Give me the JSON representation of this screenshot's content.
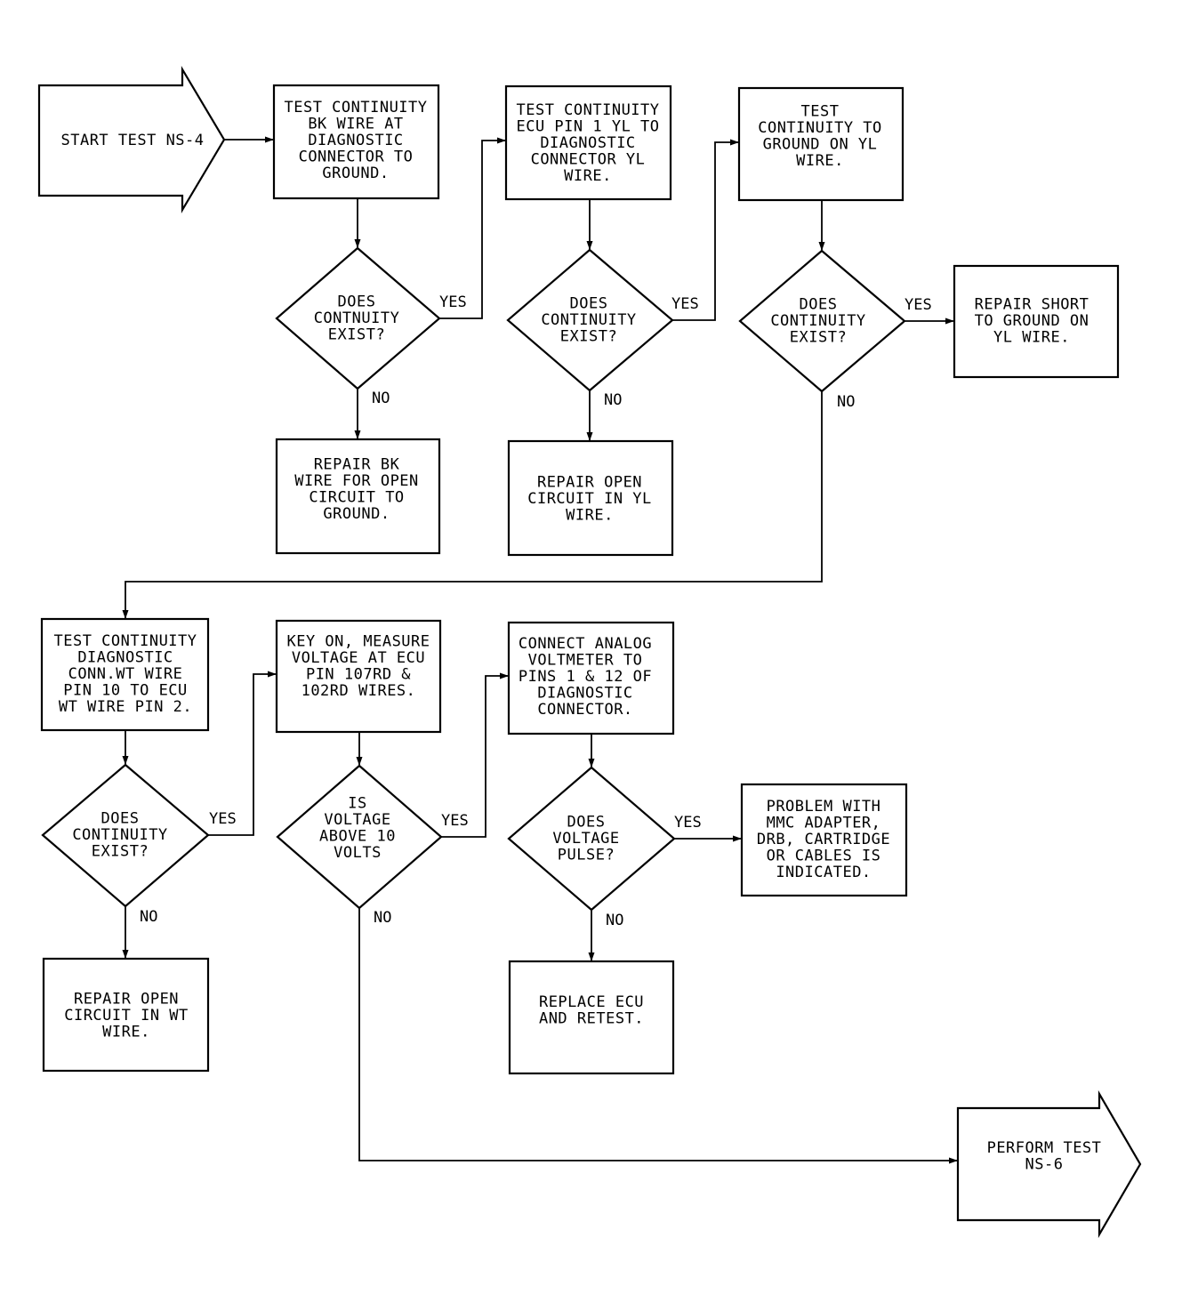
{
  "nodes": {
    "start": [
      "START TEST NS-4"
    ],
    "b1": [
      "TEST CONTINUITY",
      "BK WIRE AT",
      "DIAGNOSTIC",
      "CONNECTOR TO",
      "GROUND."
    ],
    "d1": [
      "DOES",
      "CONTNUITY",
      "EXIST?"
    ],
    "r1": [
      "REPAIR BK",
      "WIRE FOR OPEN",
      "CIRCUIT TO",
      "GROUND."
    ],
    "b2": [
      "TEST CONTINUITY",
      "ECU PIN 1 YL TO",
      "DIAGNOSTIC",
      "CONNECTOR YL",
      "WIRE."
    ],
    "d2": [
      "DOES",
      "CONTINUITY",
      "EXIST?"
    ],
    "r2": [
      "REPAIR OPEN",
      "CIRCUIT IN YL",
      "WIRE."
    ],
    "b3": [
      "TEST",
      "CONTINUITY TO",
      "GROUND ON YL",
      "WIRE."
    ],
    "d3": [
      "DOES",
      "CONTINUITY",
      "EXIST?"
    ],
    "r3": [
      "REPAIR SHORT",
      "TO GROUND ON",
      "YL WIRE."
    ],
    "b4": [
      "TEST CONTINUITY",
      "DIAGNOSTIC",
      "CONN.WT WIRE",
      "PIN 10 TO ECU",
      "WT WIRE PIN 2."
    ],
    "d4": [
      "DOES",
      "CONTINUITY",
      "EXIST?"
    ],
    "r4": [
      "REPAIR OPEN",
      "CIRCUIT IN WT",
      "WIRE."
    ],
    "b5": [
      "KEY ON, MEASURE",
      "VOLTAGE AT ECU",
      "PIN 107RD &",
      "102RD WIRES."
    ],
    "d5": [
      "IS",
      "VOLTAGE",
      "ABOVE 10",
      "VOLTS"
    ],
    "b6": [
      "CONNECT ANALOG",
      "VOLTMETER TO",
      "PINS 1 & 12 OF",
      "DIAGNOSTIC",
      "CONNECTOR."
    ],
    "d6": [
      "DOES",
      "VOLTAGE",
      "PULSE?"
    ],
    "r6": [
      "REPLACE ECU",
      "AND RETEST."
    ],
    "r7": [
      "PROBLEM WITH",
      "MMC ADAPTER,",
      "DRB, CARTRIDGE",
      "OR CABLES IS",
      "INDICATED."
    ],
    "end": [
      "PERFORM TEST",
      "NS-6"
    ]
  },
  "labels": {
    "yes": "YES",
    "no": "NO"
  }
}
